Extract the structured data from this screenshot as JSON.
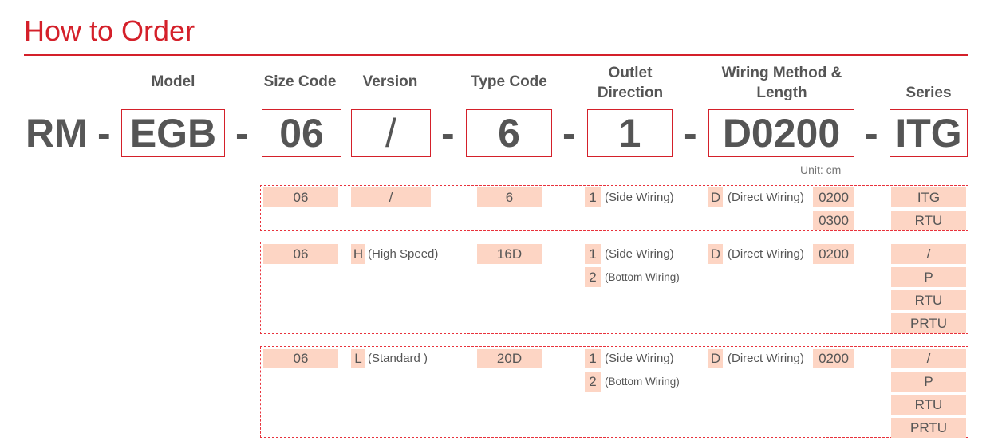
{
  "title": "How to Order",
  "headers": {
    "model": "Model",
    "size": "Size Code",
    "version": "Version",
    "type": "Type Code",
    "outlet1": "Outlet",
    "outlet2": "Direction",
    "wiring1": "Wiring Method &",
    "wiring2": "Length",
    "series": "Series"
  },
  "code": {
    "prefix": "RM",
    "sep": "-",
    "model": "EGB",
    "size": "06",
    "version": "/",
    "type": "6",
    "outlet": "1",
    "wiring": "D0200",
    "series": "ITG"
  },
  "unit": "Unit:  cm",
  "groups": [
    {
      "size": "06",
      "version": {
        "code": "/",
        "note": ""
      },
      "type": "6",
      "outlets": [
        {
          "code": "1",
          "note": "(Side Wiring)"
        }
      ],
      "wiring": {
        "code": "D",
        "note": "(Direct Wiring)"
      },
      "lengths": [
        "0200",
        "0300"
      ],
      "series": [
        "ITG",
        "RTU"
      ]
    },
    {
      "size": "06",
      "version": {
        "code": "H",
        "note": "(High Speed)"
      },
      "type": "16D",
      "outlets": [
        {
          "code": "1",
          "note": "(Side Wiring)"
        },
        {
          "code": "2",
          "note": "(Bottom Wiring)"
        }
      ],
      "wiring": {
        "code": "D",
        "note": "(Direct Wiring)"
      },
      "lengths": [
        "0200"
      ],
      "series": [
        "/",
        "P",
        "RTU",
        "PRTU"
      ]
    },
    {
      "size": "06",
      "version": {
        "code": "L",
        "note": "(Standard )"
      },
      "type": "20D",
      "outlets": [
        {
          "code": "1",
          "note": "(Side Wiring)"
        },
        {
          "code": "2",
          "note": "(Bottom Wiring)"
        }
      ],
      "wiring": {
        "code": "D",
        "note": "(Direct Wiring)"
      },
      "lengths": [
        "0200"
      ],
      "series": [
        "/",
        "P",
        "RTU",
        "PRTU"
      ]
    }
  ]
}
